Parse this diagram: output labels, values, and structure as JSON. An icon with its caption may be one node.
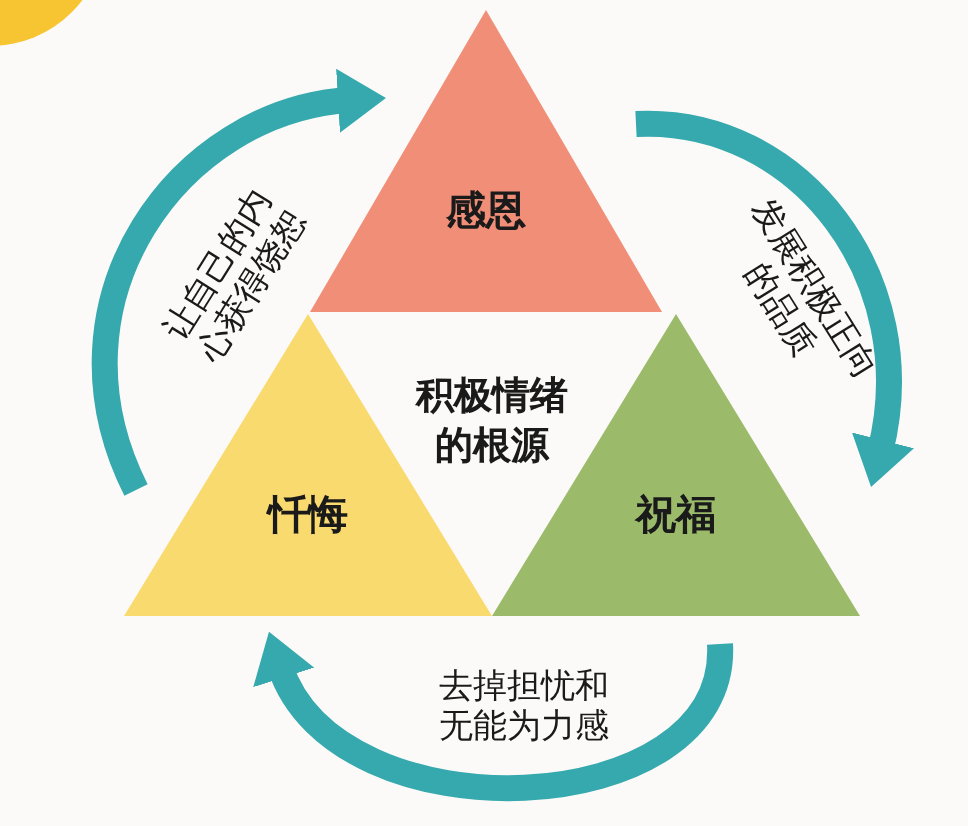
{
  "diagram": {
    "nodes": [
      {
        "text": [
          "感恩"
        ]
      },
      {
        "text": [
          "忏悔"
        ]
      },
      {
        "text": [
          "祝福"
        ]
      }
    ],
    "edges": [
      {
        "from": 1,
        "to": 0,
        "arrow": "to",
        "label": "让自己的内心获得饶恕"
      },
      {
        "from": 0,
        "to": 2,
        "arrow": "to",
        "label": "发展积极正向的品质"
      },
      {
        "from": 2,
        "to": 1,
        "arrow": "to",
        "label": "去掉担忧和无能为力感"
      }
    ],
    "labels": [
      "积极情绪的根源"
    ]
  }
}
